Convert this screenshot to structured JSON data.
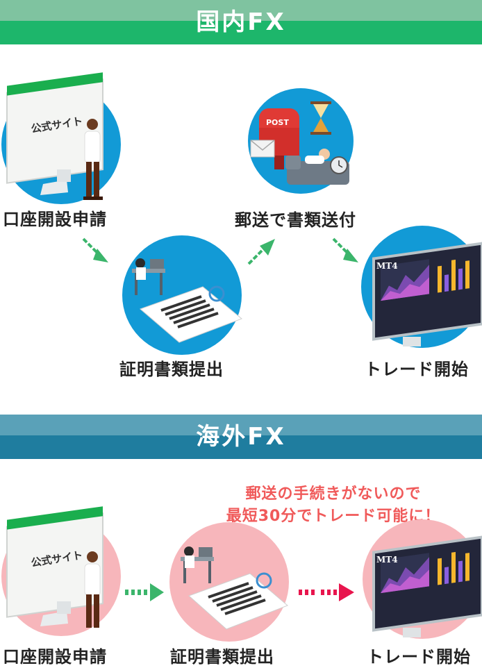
{
  "domestic": {
    "title": "国内FX",
    "steps": [
      {
        "label": "口座開設申請",
        "screen_text": "公式サイト"
      },
      {
        "label": "証明書類提出"
      },
      {
        "label": "郵送で書類送付",
        "mailbox_text": "POST"
      },
      {
        "label": "トレード開始",
        "monitor_text": "MT4"
      }
    ]
  },
  "overseas": {
    "title": "海外FX",
    "note_line1": "郵送の手続きがないので",
    "note_line2": "最短30分でトレード可能に！",
    "steps": [
      {
        "label": "口座開設申請",
        "screen_text": "公式サイト"
      },
      {
        "label": "証明書類提出"
      },
      {
        "label": "トレード開始",
        "monitor_text": "MT4"
      }
    ]
  },
  "colors": {
    "domestic_circle": "#129ad6",
    "overseas_circle": "#f7b6bb",
    "green_arrow": "#3bb56b",
    "red_arrow": "#e8154d",
    "note_text": "#f05a5a"
  }
}
